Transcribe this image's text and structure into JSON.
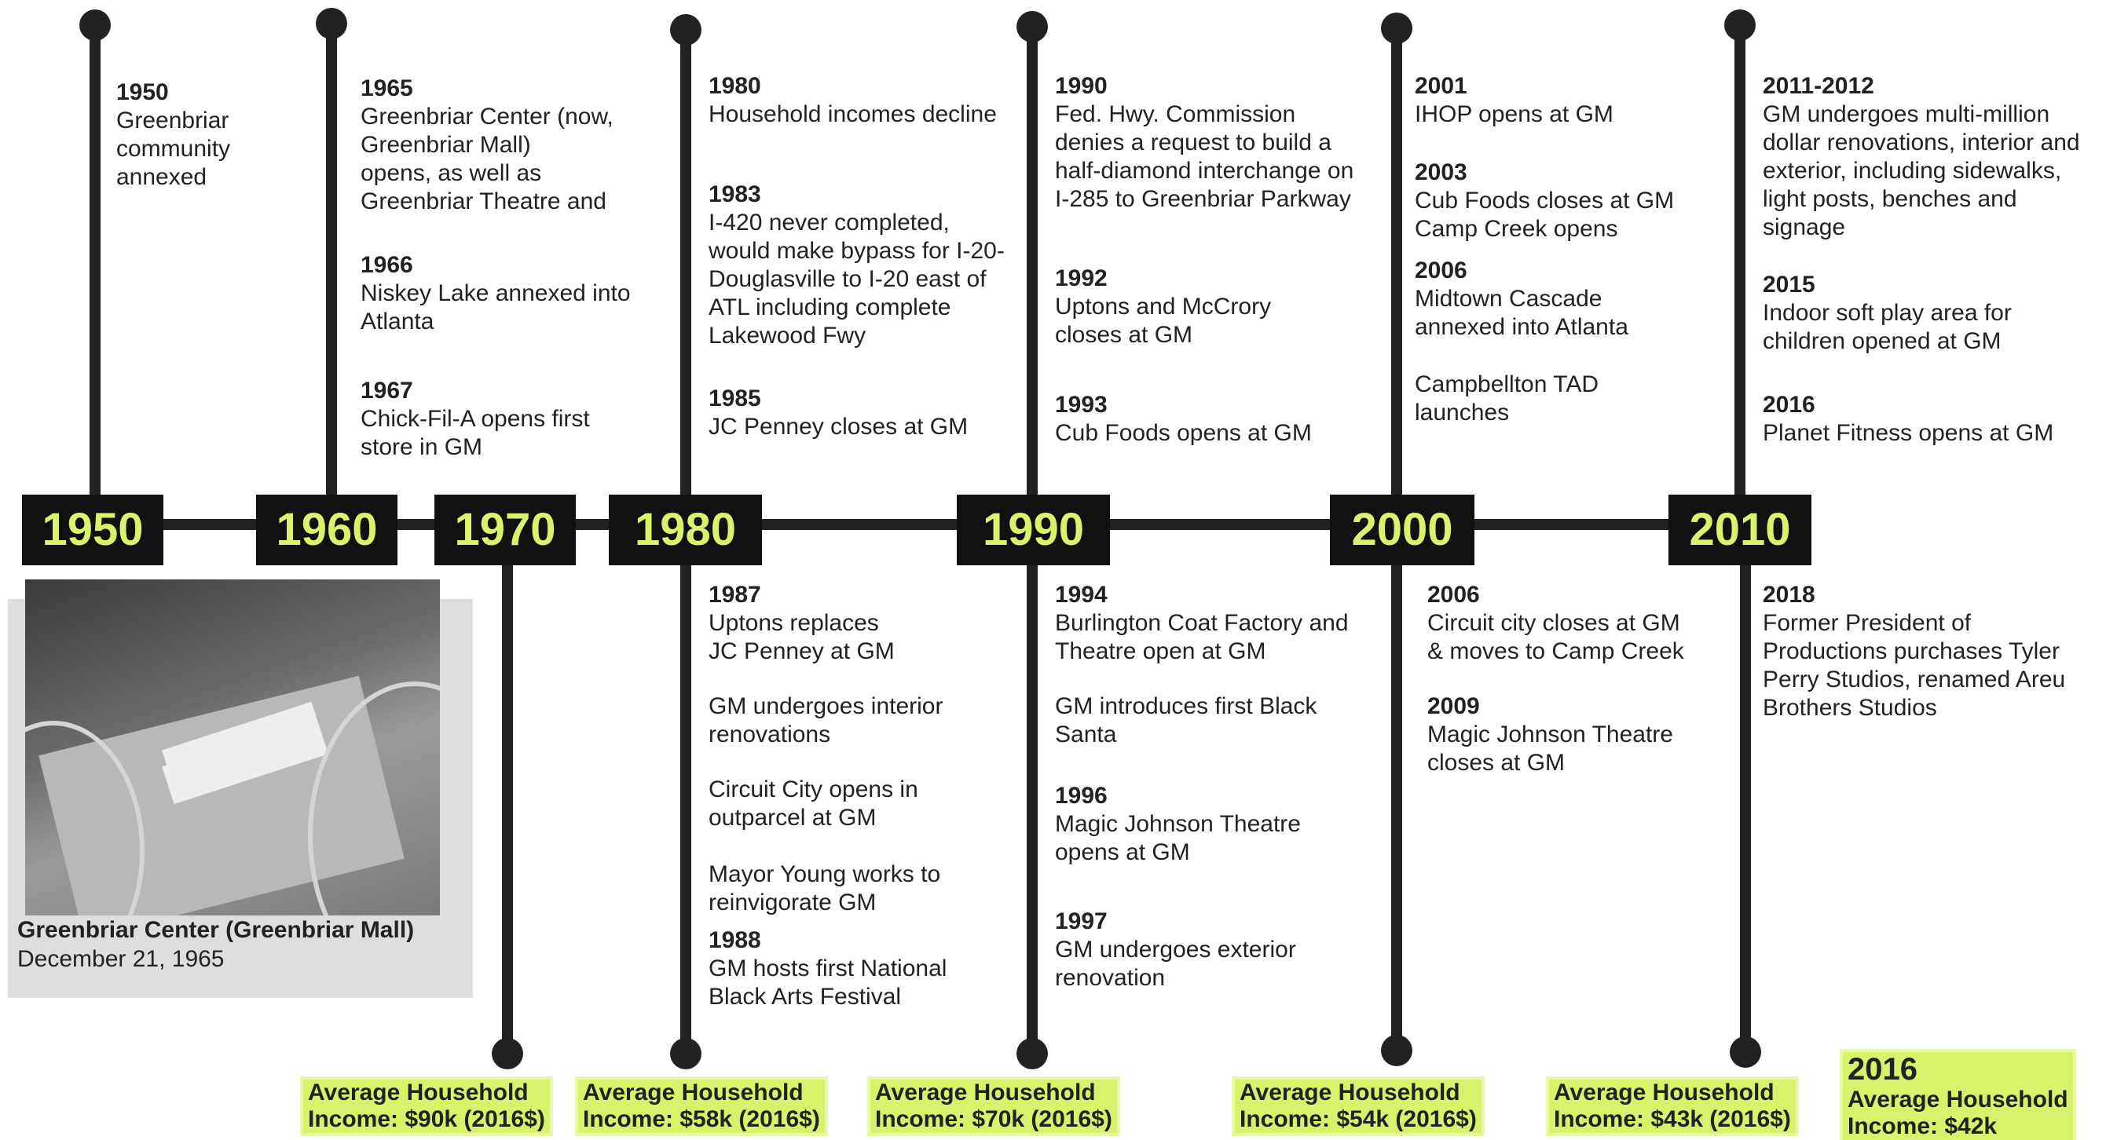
{
  "timeline": {
    "decades": [
      "1950",
      "1960",
      "1970",
      "1980",
      "1990",
      "2000",
      "2010"
    ],
    "above": [
      {
        "year": "1950",
        "text": "Greenbriar\ncommunity\nannexed"
      },
      {
        "year": "1965",
        "text": "Greenbriar Center (now,\nGreenbriar Mall)\nopens, as well as\nGreenbriar Theatre and"
      },
      {
        "year": "1966",
        "text": "Niskey Lake annexed into\nAtlanta"
      },
      {
        "year": "1967",
        "text": "Chick-Fil-A opens first\nstore in GM"
      },
      {
        "year": "1980",
        "text": "Household incomes decline"
      },
      {
        "year": "1983",
        "text": "I-420 never completed,\nwould make bypass for I-20-\nDouglasville to I-20 east of\nATL including complete\nLakewood Fwy"
      },
      {
        "year": "1985",
        "text": "JC Penney closes at GM"
      },
      {
        "year": "1990",
        "text": "Fed. Hwy. Commission\ndenies a request to build a\nhalf-diamond interchange on\nI-285 to Greenbriar Parkway"
      },
      {
        "year": "1992",
        "text": "Uptons and McCrory\ncloses at GM"
      },
      {
        "year": "1993",
        "text": "Cub Foods opens at GM"
      },
      {
        "year": "2001",
        "text": "IHOP opens at GM"
      },
      {
        "year": "2003",
        "text": "Cub Foods closes at GM\nCamp Creek opens"
      },
      {
        "year": "2006",
        "text": "Midtown Cascade\nannexed into Atlanta"
      },
      {
        "year": "",
        "text": "Campbellton TAD\nlaunches"
      },
      {
        "year": "2011-2012",
        "text": "GM undergoes multi-million\ndollar renovations, interior and\nexterior, including sidewalks,\nlight posts, benches and\nsignage"
      },
      {
        "year": "2015",
        "text": "Indoor soft play area for\nchildren opened at GM"
      },
      {
        "year": "2016",
        "text": "Planet Fitness opens at GM"
      }
    ],
    "below": [
      {
        "year": "1987",
        "text": "Uptons replaces\nJC Penney at GM"
      },
      {
        "year": "",
        "text": "GM undergoes interior\nrenovations"
      },
      {
        "year": "",
        "text": "Circuit City opens in\noutparcel at GM"
      },
      {
        "year": "",
        "text": "Mayor Young works to\nreinvigorate GM"
      },
      {
        "year": "1988",
        "text": "GM hosts first National\nBlack Arts Festival"
      },
      {
        "year": "1994",
        "text": "Burlington Coat Factory and\nTheatre open at GM"
      },
      {
        "year": "",
        "text": "GM introduces first Black\nSanta"
      },
      {
        "year": "1996",
        "text": "Magic Johnson Theatre\nopens at GM"
      },
      {
        "year": "1997",
        "text": "GM undergoes exterior\nrenovation"
      },
      {
        "year": "2006",
        "text": "Circuit city closes at GM\n& moves to Camp Creek"
      },
      {
        "year": "2009",
        "text": "Magic Johnson Theatre\ncloses at GM"
      },
      {
        "year": "2018",
        "text": "Former President of\nProductions purchases Tyler\nPerry Studios, renamed Areu\nBrothers Studios"
      }
    ],
    "incomes": [
      {
        "line1": "Average Household",
        "line2": "Income: $90k (2016$)"
      },
      {
        "line1": "Average Household",
        "line2": "Income: $58k (2016$)"
      },
      {
        "line1": "Average Household",
        "line2": "Income: $70k (2016$)"
      },
      {
        "line1": "Average Household",
        "line2": "Income: $54k (2016$)"
      },
      {
        "line1": "Average Household",
        "line2": "Income: $43k (2016$)"
      },
      {
        "year": "2016",
        "line1": "Average Household",
        "line2": "Income: $42k"
      }
    ]
  },
  "photo": {
    "caption_title": "Greenbriar Center (Greenbriar Mall)",
    "caption_date": "December 21, 1965"
  },
  "colors": {
    "accent": "#d9f46a",
    "highlight": "#d7f36b",
    "line": "#222222"
  }
}
